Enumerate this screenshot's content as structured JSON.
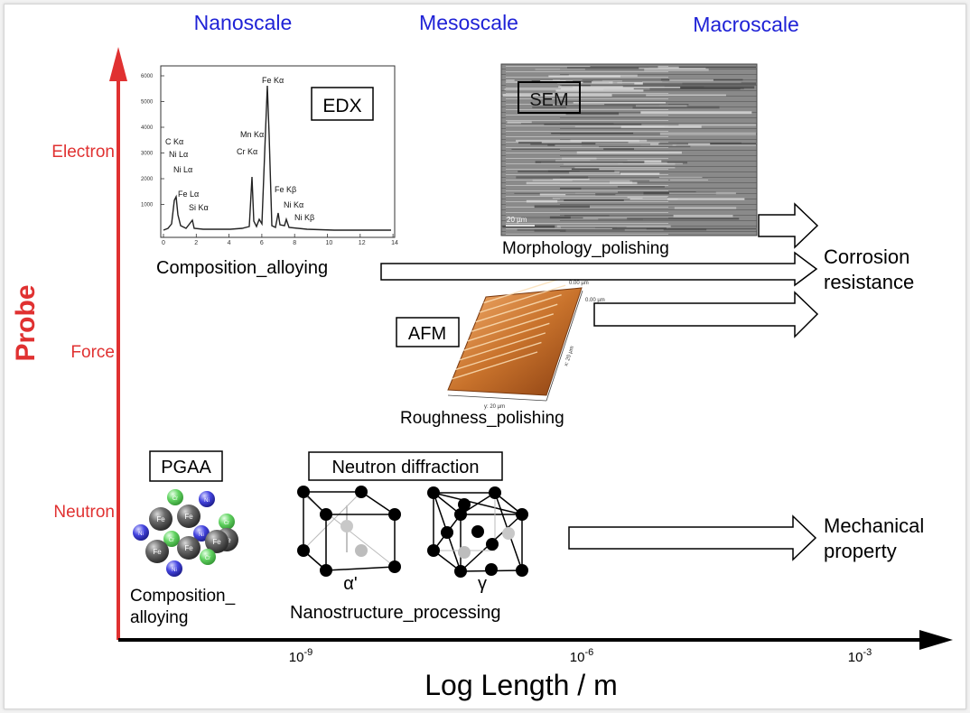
{
  "scales": {
    "nano": "Nanoscale",
    "meso": "Mesoscale",
    "macro": "Macroscale"
  },
  "y_axis": {
    "title": "Probe",
    "electron": "Electron",
    "force": "Force",
    "neutron": "Neutron"
  },
  "x_axis": {
    "title": "Log Length / m",
    "ticks": [
      {
        "base": "10",
        "exp": "-9"
      },
      {
        "base": "10",
        "exp": "-6"
      },
      {
        "base": "10",
        "exp": "-3"
      }
    ]
  },
  "techniques": {
    "edx": "EDX",
    "sem": "SEM",
    "afm": "AFM",
    "pgaa": "PGAA",
    "neutron_diffraction": "Neutron diffraction"
  },
  "labels": {
    "composition_alloying": "Composition_alloying",
    "morphology_polishing": "Morphology_polishing",
    "roughness_polishing": "Roughness_polishing",
    "composition_alloying_2_line1": "Composition_",
    "composition_alloying_2_line2": "alloying",
    "nanostructure_processing": "Nanostructure_processing",
    "alpha_prime": "α'",
    "gamma": "γ"
  },
  "outcomes": {
    "corrosion_line1": "Corrosion",
    "corrosion_line2": "resistance",
    "mechanical_line1": "Mechanical",
    "mechanical_line2": "property"
  },
  "edx_spectrum": {
    "peaks": [
      {
        "label": "C Kα"
      },
      {
        "label": "Ni Lα"
      },
      {
        "label": "Ni Lα"
      },
      {
        "label": "Fe Lα"
      },
      {
        "label": "Si Kα"
      },
      {
        "label": "Mn Kα"
      },
      {
        "label": "Cr Kα"
      },
      {
        "label": "Fe Kα"
      },
      {
        "label": "Fe Kβ"
      },
      {
        "label": "Ni Kα"
      },
      {
        "label": "Ni Kβ"
      }
    ],
    "x_ticks": [
      "0",
      "2",
      "4",
      "6",
      "8",
      "10",
      "12",
      "14"
    ],
    "y_ticks": [
      "1000",
      "2000",
      "3000",
      "4000",
      "5000",
      "6000"
    ]
  },
  "sem_scalebar": "20 µm",
  "afm_axes": {
    "z1": "0.00 µm",
    "z2": "0.00 µm",
    "x": "x: 20 µm",
    "y": "y: 20 µm"
  },
  "atoms": [
    {
      "el": "Cr",
      "color": "#5ccc5c"
    },
    {
      "el": "Ni",
      "color": "#3b3bd6"
    },
    {
      "el": "Fe",
      "color": "#4a4a4a"
    },
    {
      "el": "Fe",
      "color": "#4a4a4a"
    },
    {
      "el": "Cr",
      "color": "#5ccc5c"
    },
    {
      "el": "Ni",
      "color": "#3b3bd6"
    },
    {
      "el": "Cr",
      "color": "#5ccc5c"
    },
    {
      "el": "Ni",
      "color": "#3b3bd6"
    },
    {
      "el": "Fe",
      "color": "#4a4a4a"
    },
    {
      "el": "Fe",
      "color": "#4a4a4a"
    },
    {
      "el": "Fe",
      "color": "#4a4a4a"
    },
    {
      "el": "Fe",
      "color": "#4a4a4a"
    },
    {
      "el": "Cr",
      "color": "#5ccc5c"
    },
    {
      "el": "Ni",
      "color": "#3b3bd6"
    }
  ],
  "colors": {
    "scale_blue": "#1f22d6",
    "probe_red": "#e03131",
    "axis": "#000000"
  }
}
